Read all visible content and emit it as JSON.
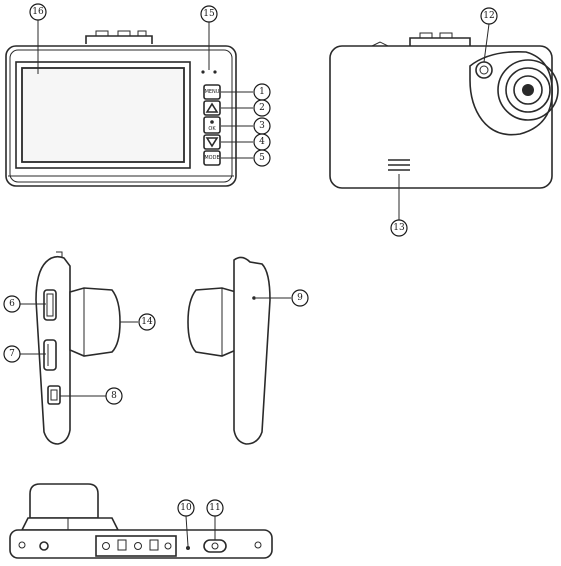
{
  "callouts": [
    "1",
    "2",
    "3",
    "4",
    "5",
    "6",
    "7",
    "8",
    "9",
    "10",
    "11",
    "12",
    "13",
    "14",
    "15",
    "16"
  ],
  "buttons": {
    "menu": "MENU",
    "up": "△",
    "ok": "OK",
    "down": "▽",
    "mode": "MODE"
  }
}
